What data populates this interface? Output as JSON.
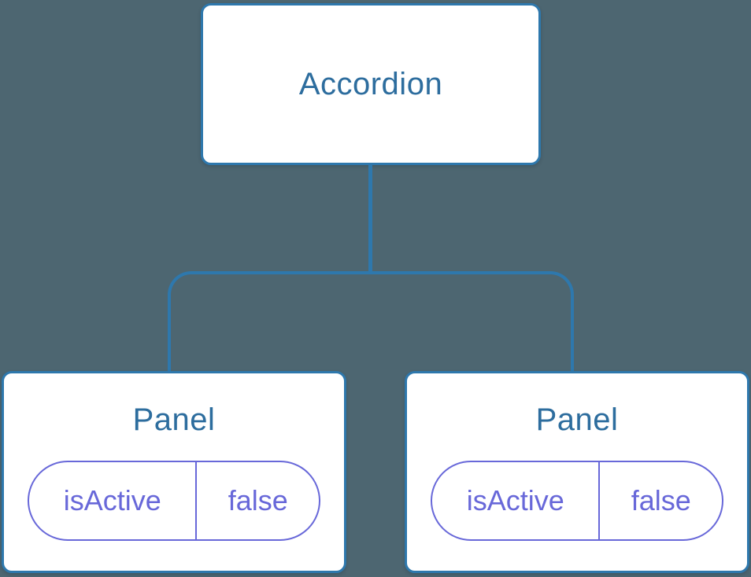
{
  "tree": {
    "root": {
      "label": "Accordion"
    },
    "children": [
      {
        "label": "Panel",
        "state": {
          "key": "isActive",
          "value": "false"
        }
      },
      {
        "label": "Panel",
        "state": {
          "key": "isActive",
          "value": "false"
        }
      }
    ]
  },
  "colors": {
    "background": "#4d6671",
    "node_fill": "#ffffff",
    "node_border": "#2e78ad",
    "node_text": "#2d6d9e",
    "connector": "#2e78ad",
    "state_border": "#6868d9",
    "state_text": "#6868d9"
  }
}
